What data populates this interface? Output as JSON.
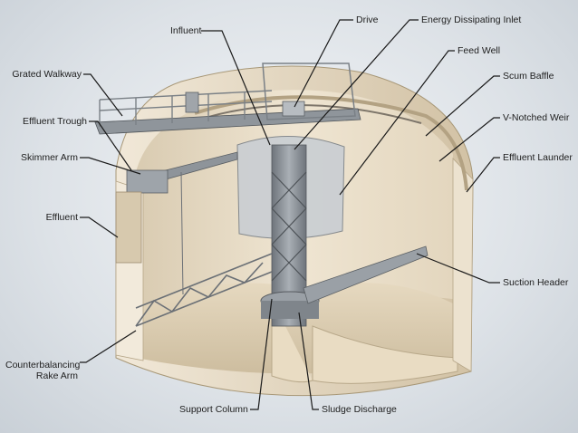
{
  "labels": {
    "influent": "Influent",
    "drive": "Drive",
    "energy_dissipating_inlet": "Energy Dissipating Inlet",
    "feed_well": "Feed Well",
    "scum_baffle": "Scum Baffle",
    "v_notched_weir": "V-Notched Weir",
    "effluent_launder": "Effluent Launder",
    "suction_header": "Suction Header",
    "sludge_discharge": "Sludge Discharge",
    "support_column": "Support Column",
    "counterbalancing_rake_arm_line1": "Counterbalancing",
    "counterbalancing_rake_arm_line2": "Rake Arm",
    "effluent": "Effluent",
    "skimmer_arm": "Skimmer Arm",
    "effluent_trough": "Effluent Trough",
    "grated_walkway": "Grated Walkway"
  },
  "colors": {
    "concrete": "#e8dcc6",
    "concrete_shadow": "#c9b99c",
    "steel": "#8e949a",
    "leader_line": "#1a1a1a"
  }
}
